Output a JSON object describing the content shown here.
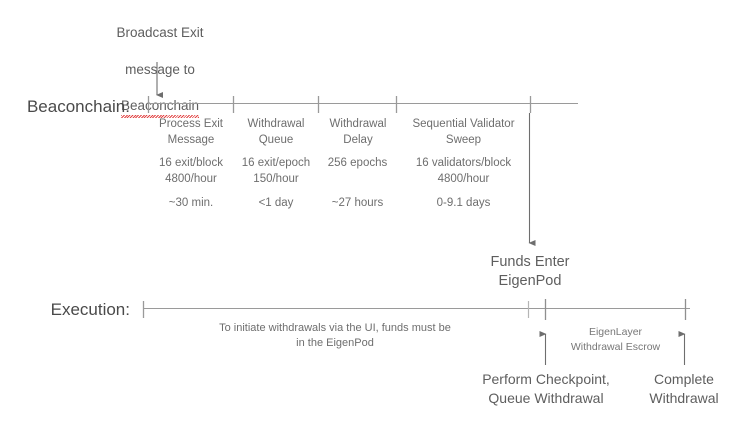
{
  "diagram": {
    "title_note": "Broadcast Exit\nmessage to\nBeaconchain",
    "spellcheck_word": "Beaconchain",
    "note_line1": "Broadcast Exit",
    "note_line2": "message to",
    "rows": [
      {
        "label": "Beaconchain:"
      },
      {
        "label": "Execution:"
      }
    ],
    "beaconchain_segments": [
      {
        "title": "Process Exit\nMessage",
        "rate": "16 exit/block\n4800/hour",
        "duration": "~30 min."
      },
      {
        "title": "Withdrawal\nQueue",
        "rate": "16 exit/epoch\n150/hour",
        "duration": "<1 day"
      },
      {
        "title": "Withdrawal\nDelay",
        "rate": "256 epochs",
        "duration": "~27 hours"
      },
      {
        "title": "Sequential Validator\nSweep",
        "rate": "16 validators/block\n4800/hour",
        "duration": "0-9.1 days"
      }
    ],
    "funds_enter": "Funds Enter\nEigenPod",
    "execution_note": "To initiate withdrawals via the UI, funds must be\nin the EigenPod",
    "escrow_note": "EigenLayer\nWithdrawal Escrow",
    "checkpoint_label": "Perform Checkpoint,\nQueue Withdrawal",
    "complete_label": "Complete\nWithdrawal",
    "colors": {
      "line": "#9a9a9a",
      "text": "#6b6b6b",
      "heading": "#4a4a4a",
      "spellcheck": "#e03a3a",
      "arrow": "#6e6e6e"
    }
  }
}
